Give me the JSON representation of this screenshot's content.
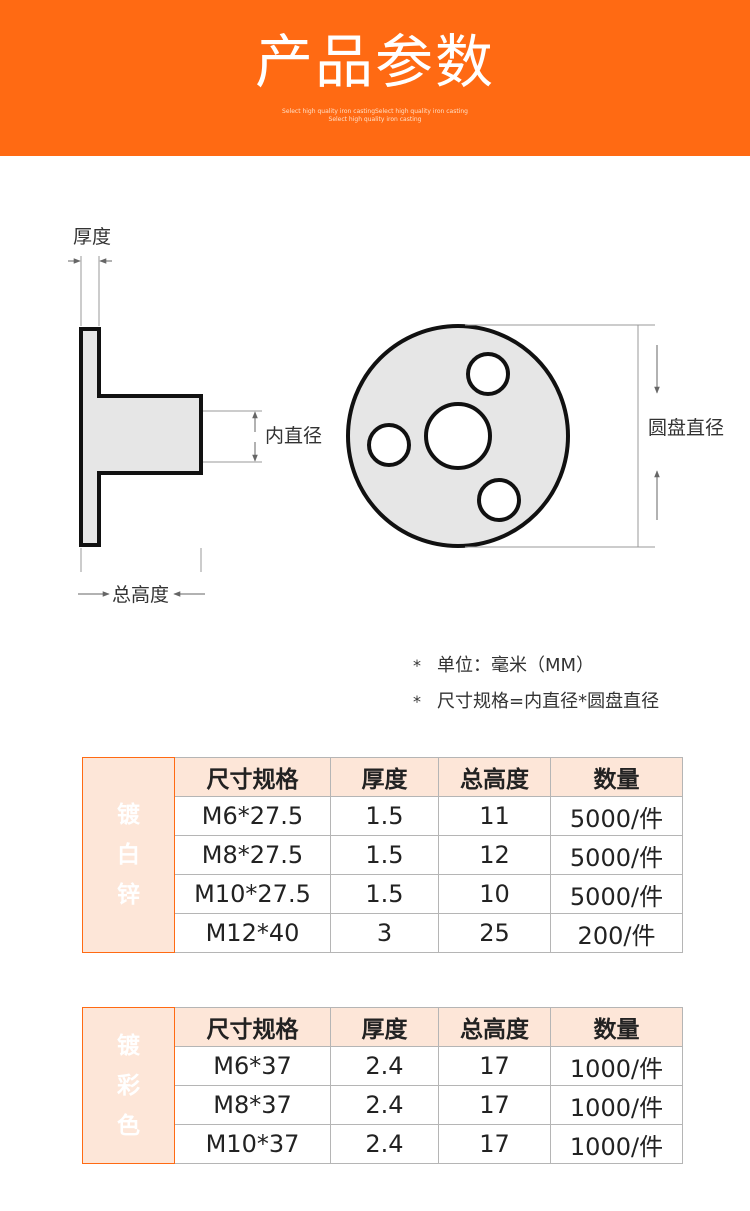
{
  "header": {
    "title": "产品参数",
    "subtitle_line1": "Select high quality iron castingSelect high quality iron casting",
    "subtitle_line2": "Select high quality iron casting"
  },
  "diagram": {
    "thickness_label": "厚度",
    "inner_diameter_label": "内直径",
    "total_height_label": "总高度",
    "disc_diameter_label": "圆盘直径"
  },
  "notes": [
    {
      "mark": "*",
      "text": "单位：毫米（MM）"
    },
    {
      "mark": "*",
      "text": "尺寸规格=内直径*圆盘直径"
    }
  ],
  "tables": [
    {
      "side_label": "镀白锌",
      "headers": [
        "尺寸规格",
        "厚度",
        "总高度",
        "数量"
      ],
      "rows": [
        [
          "M6*27.5",
          "1.5",
          "11",
          "5000/件"
        ],
        [
          "M8*27.5",
          "1.5",
          "12",
          "5000/件"
        ],
        [
          "M10*27.5",
          "1.5",
          "10",
          "5000/件"
        ],
        [
          "M12*40",
          "3",
          "25",
          "200/件"
        ]
      ]
    },
    {
      "side_label": "镀彩色",
      "headers": [
        "尺寸规格",
        "厚度",
        "总高度",
        "数量"
      ],
      "rows": [
        [
          "M6*37",
          "2.4",
          "17",
          "1000/件"
        ],
        [
          "M8*37",
          "2.4",
          "17",
          "1000/件"
        ],
        [
          "M10*37",
          "2.4",
          "17",
          "1000/件"
        ]
      ]
    }
  ]
}
